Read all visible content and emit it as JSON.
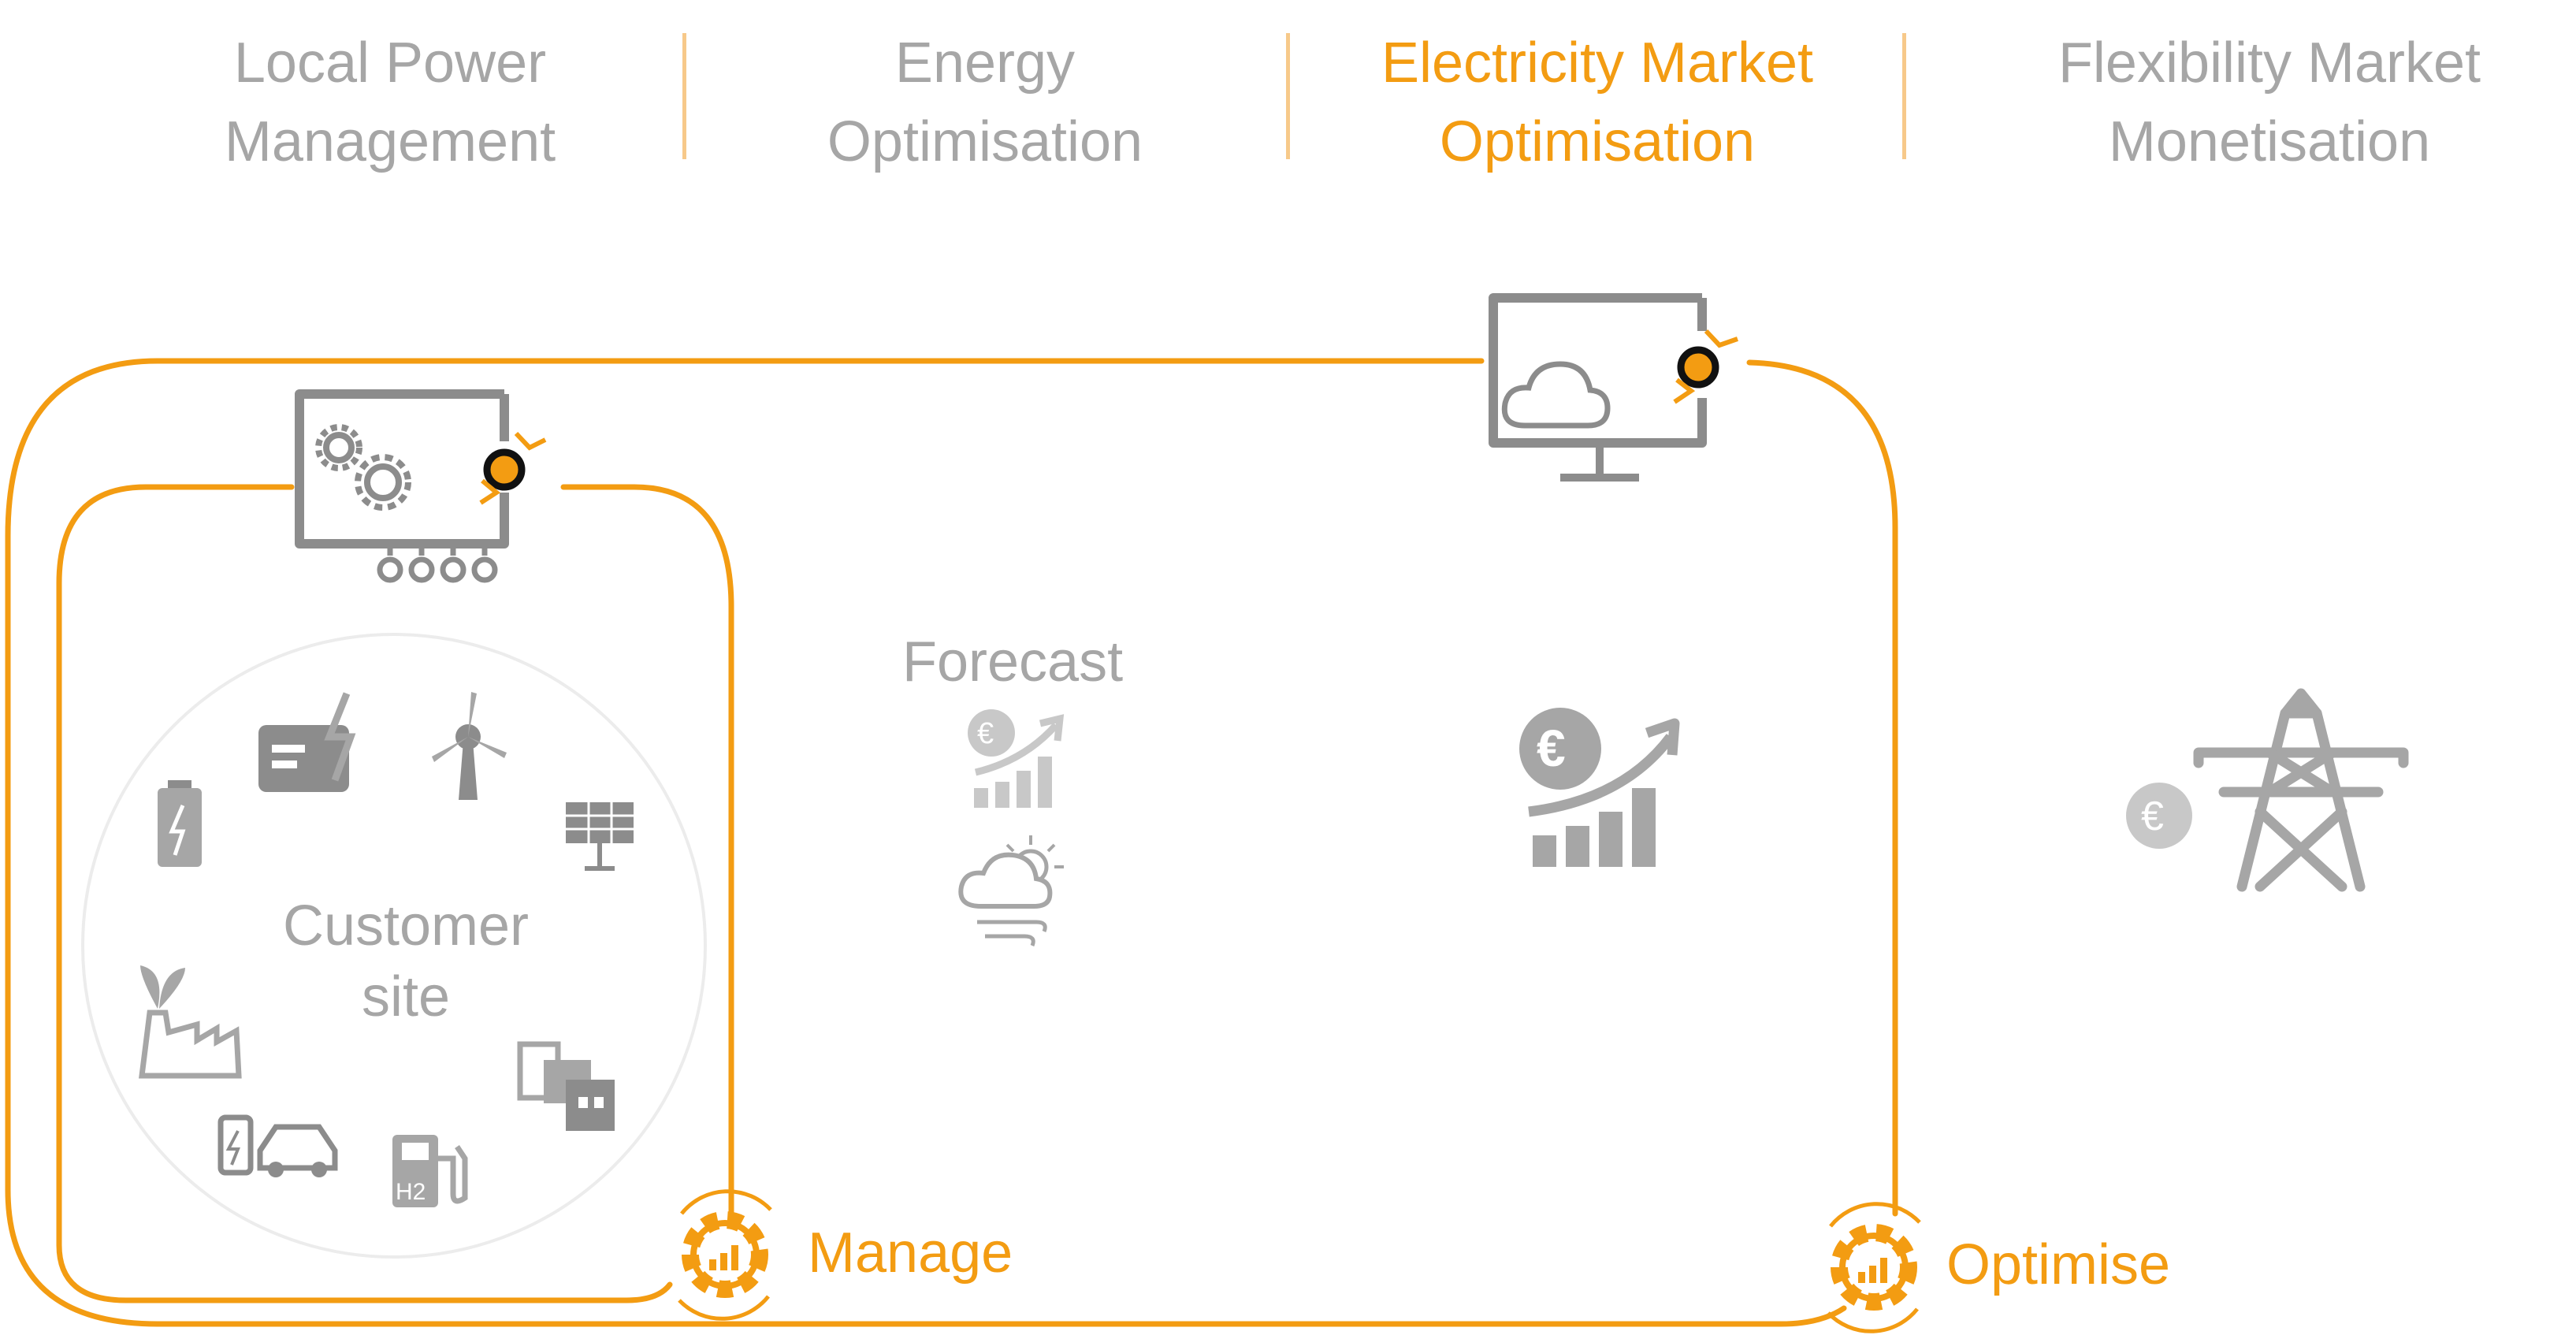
{
  "tabs": [
    {
      "line1": "Local Power",
      "line2": "Management",
      "active": false
    },
    {
      "line1": "Energy",
      "line2": "Optimisation",
      "active": false
    },
    {
      "line1": "Electricity Market",
      "line2": "Optimisation",
      "active": true
    },
    {
      "line1": "Flexibility Market",
      "line2": "Monetisation",
      "active": false
    }
  ],
  "labels": {
    "customer_site_line1": "Customer",
    "customer_site_line2": "site",
    "forecast": "Forecast",
    "manage": "Manage",
    "optimise": "Optimise",
    "h2": "H2"
  },
  "icons": {
    "site_controller": "controller-monitor-gears-icon",
    "cloud_monitor": "cloud-monitor-icon",
    "battery": "battery-icon",
    "generator": "generator-icon",
    "wind": "wind-turbine-icon",
    "solar": "solar-panel-icon",
    "factory": "green-factory-icon",
    "ev": "ev-charging-icon",
    "hydrogen": "hydrogen-station-icon",
    "buildings": "buildings-icon",
    "forecast_price": "price-forecast-icon",
    "weather": "weather-icon",
    "market": "market-growth-icon",
    "grid": "power-pylon-icon",
    "euro": "euro-coin-icon",
    "manage_gear": "gear-chart-icon",
    "optimise_gear": "gear-chart-icon"
  },
  "colors": {
    "accent": "#f39c12",
    "grey": "#a6a6a6",
    "dark_grey": "#8c8c8c",
    "light_line": "#e6e6e6",
    "separator": "#f7c98a"
  }
}
